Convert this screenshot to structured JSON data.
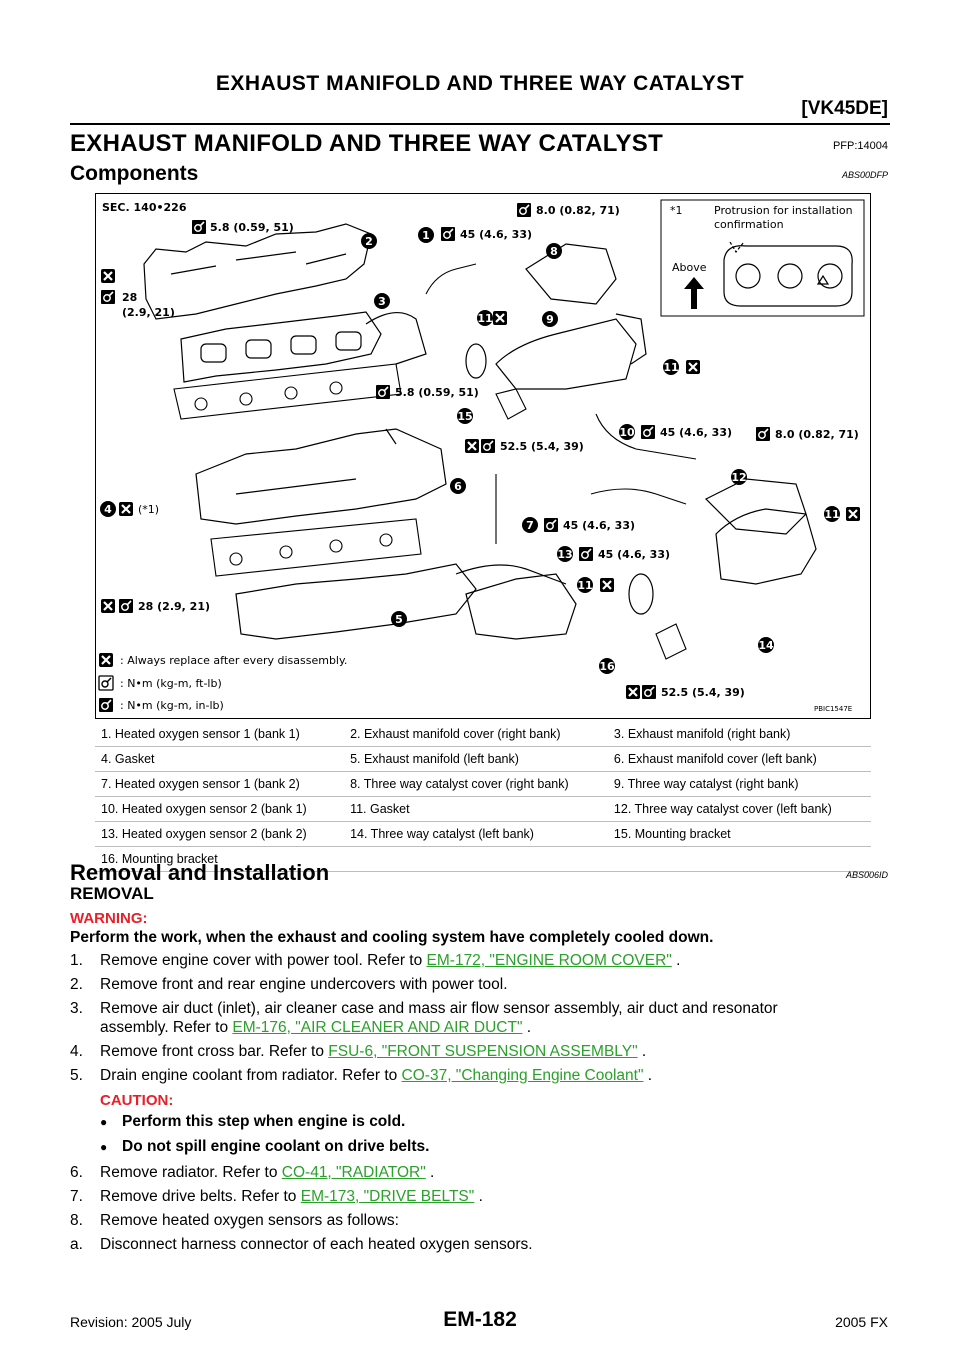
{
  "header": {
    "title": "EXHAUST MANIFOLD AND THREE WAY CATALYST",
    "code": "[VK45DE]"
  },
  "section": {
    "title": "EXHAUST MANIFOLD AND THREE WAY CATALYST",
    "pfp": "PFP:14004"
  },
  "components": {
    "title": "Components",
    "code": "ABS00DFP"
  },
  "diagram": {
    "sec": "SEC. 140•226",
    "figure_id": "PBIC1547E",
    "inset_note": "*1",
    "inset_text_1": "Protrusion for installation",
    "inset_text_2": "confirmation",
    "inset_above": "Above",
    "torques": {
      "t_top_left": "5.8 (0.59, 51)",
      "t_top_mid": "8.0 (0.82, 71)",
      "t_sensor1": "45 (4.6, 33)",
      "t_left_28": "28",
      "t_left_28b": "(2.9, 21)",
      "t_mid": "5.8 (0.59, 51)",
      "t_52_top": "52.5 (5.4, 39)",
      "t_sensor10": "45 (4.6, 33)",
      "t_right_8": "8.0 (0.82, 71)",
      "t_sensor7": "45 (4.6, 33)",
      "t_sensor13": "45 (4.6, 33)",
      "t_bottom_28": "28 (2.9, 21)",
      "t_52_bottom": "52.5 (5.4, 39)",
      "t_star1": "(*1)"
    },
    "callouts": [
      "1",
      "2",
      "3",
      "4",
      "5",
      "6",
      "7",
      "8",
      "9",
      "10",
      "11",
      "11",
      "11",
      "11",
      "12",
      "13",
      "14",
      "15",
      "16"
    ],
    "legend": {
      "replace": ": Always replace after every disassembly.",
      "nm_ftlb": ": N•m (kg-m, ft-lb)",
      "nm_inlb": ": N•m (kg-m, in-lb)"
    }
  },
  "parts": [
    [
      "1.   Heated oxygen sensor 1 (bank 1)",
      "2.   Exhaust manifold cover (right bank)",
      "3.   Exhaust manifold  (right bank)"
    ],
    [
      "4.   Gasket",
      "5.   Exhaust manifold (left bank)",
      "6.   Exhaust manifold cover (left bank)"
    ],
    [
      "7.   Heated oxygen sensor 1 (bank 2)",
      "8.   Three way catalyst cover (right bank)",
      "9.   Three way catalyst (right bank)"
    ],
    [
      "10.  Heated oxygen sensor 2 (bank 1)",
      "11.  Gasket",
      "12.  Three way catalyst cover (left bank)"
    ],
    [
      "13.  Heated oxygen sensor 2 (bank 2)",
      "14.  Three way catalyst (left bank)",
      "15.  Mounting bracket"
    ],
    [
      "16.  Mounting bracket",
      "",
      ""
    ]
  ],
  "removal": {
    "title": "Removal and Installation",
    "code": "ABS006ID",
    "subtitle": "REMOVAL",
    "warning_label": "WARNING:",
    "warning_text": "Perform the work, when the exhaust and cooling system have completely cooled down.",
    "steps": {
      "s1_num": "1.",
      "s1_text": "Remove engine cover with power tool. Refer to ",
      "s1_link": "EM-172, \"ENGINE ROOM COVER\"",
      "s1_end": " .",
      "s2_num": "2.",
      "s2_text": "Remove front and rear engine undercovers with power tool.",
      "s3_num": "3.",
      "s3_text": "Remove air duct (inlet), air cleaner case and mass air flow sensor assembly, air duct and resonator",
      "s3_text2": "assembly. Refer to ",
      "s3_link": "EM-176, \"AIR CLEANER AND AIR DUCT\"",
      "s3_end": " .",
      "s4_num": "4.",
      "s4_text": "Remove front cross bar. Refer to ",
      "s4_link": "FSU-6, \"FRONT SUSPENSION ASSEMBLY\"",
      "s4_end": " .",
      "s5_num": "5.",
      "s5_text": "Drain engine coolant from radiator. Refer to ",
      "s5_link": "CO-37, \"Changing Engine Coolant\"",
      "s5_end": " .",
      "caution_label": "CAUTION:",
      "caution_1": "Perform this step when engine is cold.",
      "caution_2": "Do not spill engine coolant on drive belts.",
      "s6_num": "6.",
      "s6_text": "Remove radiator. Refer to ",
      "s6_link": "CO-41, \"RADIATOR\"",
      "s6_end": " .",
      "s7_num": "7.",
      "s7_text": "Remove drive belts. Refer to ",
      "s7_link": "EM-173, \"DRIVE BELTS\"",
      "s7_end": " .",
      "s8_num": "8.",
      "s8_text": "Remove heated oxygen sensors as follows:",
      "sa_num": "a.",
      "sa_text": "Disconnect harness connector of each heated oxygen sensors."
    }
  },
  "footer": {
    "revision": "Revision: 2005 July",
    "page": "EM-182",
    "model": "2005 FX"
  },
  "colors": {
    "warning": "#e8202a",
    "link": "#2aa12a"
  }
}
